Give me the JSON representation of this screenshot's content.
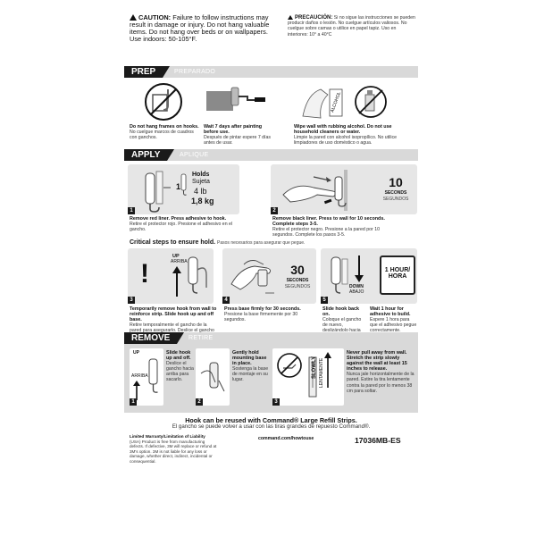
{
  "caution": {
    "en_lead": "CAUTION:",
    "en_text": "Failure to follow instructions may result in damage or injury. Do not hang valuable items. Do not hang over beds or on wallpapers. Use indoors: 50-105°F.",
    "es_lead": "PRECAUCIÓN:",
    "es_text": "Si no sigue las instrucciones se pueden producir daños o lesión. No cuelgue artículos valiosos. No cuelgue sobre camas o utilice en papel tapiz. Uso en interiores: 10° a 40°C"
  },
  "prep": {
    "title": "PREP",
    "subtitle": "PREPARADO",
    "items": [
      {
        "en": "Do not hang frames on hooks.",
        "es": "No cuelgue marcos de cuadros con ganchos."
      },
      {
        "en": "Wait 7 days after painting before use.",
        "es": "Después de pintar espere 7 días antes de usar."
      },
      {
        "en": "Wipe wall with rubbing alcohol. Do not use household cleaners or water.",
        "es": "Limpie la pared con alcohol isopropílico. No utilice limpiadores de uso doméstico o agua."
      }
    ],
    "bottle_label": "ALCOHOL"
  },
  "apply": {
    "title": "APPLY",
    "subtitle": "APLIQUE",
    "holds": {
      "count": "1",
      "en": "Holds",
      "es": "Sujeta",
      "lb": "4 lb",
      "kg": "1,8 kg"
    },
    "steps": [
      {
        "n": "1",
        "en": "Remove red liner. Press adhesive to hook.",
        "es": "Retire el protector rojo. Presione el adhesivo en el gancho."
      },
      {
        "n": "2",
        "en": "Remove black liner. Press to wall for 10 seconds. Complete steps 3-5.",
        "es": "Retire el protector negro. Presione a la pared por 10 segundos. Complete los pasos 3-5."
      }
    ],
    "timer1": {
      "value": "10",
      "en": "SECONDS",
      "es": "SEGUNDOS"
    },
    "critical_title": "Critical steps to ensure hold.",
    "critical_sub": "Pasos necesarios para asegurar que pegue.",
    "up_en": "UP",
    "up_es": "ARRIBA",
    "critical": [
      {
        "n": "3",
        "en": "Temporarily remove hook from wall to reinforce strip. Slide hook up and off base.",
        "es": "Retire temporalmente el gancho de la pared para asegurarlo. Deslice el gancho hacia arriba de la base para sacarlo."
      },
      {
        "n": "4",
        "en": "Press base firmly for 30 seconds.",
        "es": "Presione la base firmemente por 30 segundos."
      },
      {
        "n": "5",
        "en": "Slide hook back on.",
        "es": "Coloque el gancho de nuevo, deslizándolo hacia abajo."
      },
      {
        "n": "",
        "en": "Wait 1 hour for adhesive to build.",
        "es": "Espere 1 hora para que el adhesivo pegue correctamente."
      }
    ],
    "timer2": {
      "value": "30",
      "en": "SECONDS",
      "es": "SEGUNDOS"
    },
    "down_en": "DOWN",
    "down_es": "ABAJO",
    "hour_en": "1 HOUR/",
    "hour_es": "HORA"
  },
  "remove": {
    "title": "REMOVE",
    "subtitle": "RETIRE",
    "steps": [
      {
        "n": "1",
        "en": "Slide hook up and off.",
        "es": "Deslice el gancho hacia arriba para sacarlo."
      },
      {
        "n": "2",
        "en": "Gently hold mounting base in place.",
        "es": "Sostenga la base de montaje en su lugar."
      },
      {
        "n": "3",
        "en": "Never pull away from wall. Stretch the strip slowly against the wall at least 15 inches to release.",
        "es": "Nunca jale horizontalmente de la pared. Estire la tira lentamente contra la pared por lo menos 38 cm para soltar."
      }
    ],
    "slowly_en": "SLOWLY",
    "slowly_es": "LENTAMENTE"
  },
  "footer": {
    "reuse_en": "Hook can be reused with Command® Large Refill Strips.",
    "reuse_es": "El gancho se puede volver a usar con las tiras grandes de repuesto Command®.",
    "warranty_title": "Limited Warranty/Limitation of Liability",
    "warranty_text": "(USA) Product is free from manufacturing defects. If defective, 3M will replace or refund at 3M's option. 3M is not liable for any loss or damage, whether direct, indirect, incidental or consequential.",
    "url": "command.com/howtouse",
    "code": "17036MB-ES"
  },
  "colors": {
    "bar_dark": "#1a1a1a",
    "bar_light": "#d9d9d9",
    "panel": "#e6e6e6"
  }
}
